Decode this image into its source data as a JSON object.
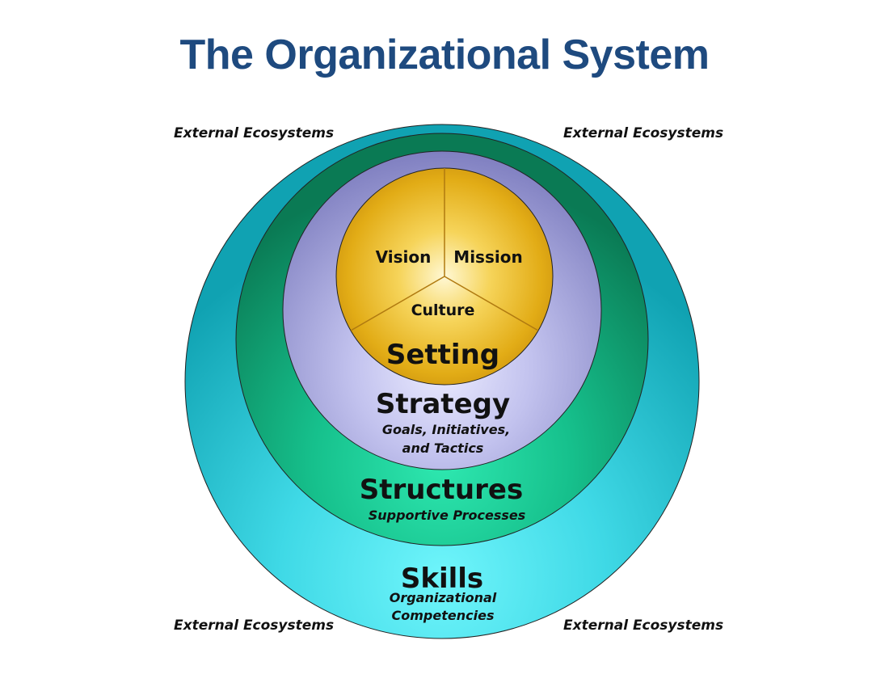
{
  "title": "The Organizational System",
  "corners": {
    "top_left": "External Ecosystems",
    "top_right": "External Ecosystems",
    "bottom_left": "External Ecosystems",
    "bottom_right": "External Ecosystems"
  },
  "rings": {
    "skills": {
      "title": "Skills",
      "sub_line1": "Organizational",
      "sub_line2": "Competencies",
      "color": "#29c6d6"
    },
    "structures": {
      "title": "Structures",
      "sub_line1": "Supportive Processes",
      "color": "#1fa878"
    },
    "strategy": {
      "title": "Strategy",
      "sub_line1": "Goals, Initiatives,",
      "sub_line2": "and Tactics",
      "color": "#8f8fd0"
    },
    "setting": {
      "title": "Setting",
      "color": "#e0a818",
      "segments": {
        "left": "Vision",
        "right": "Mission",
        "bottom": "Culture"
      }
    }
  }
}
